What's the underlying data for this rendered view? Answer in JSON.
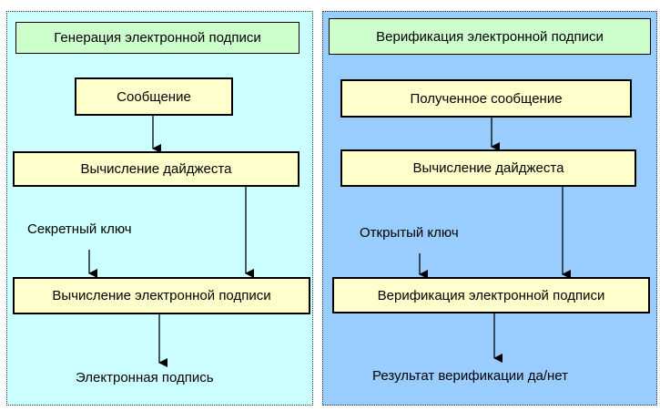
{
  "generation": {
    "title": "Генерация электронной подписи",
    "message": "Сообщение",
    "digest": "Вычисление дайджеста",
    "key": "Секретный ключ",
    "compute_signature": "Вычисление электронной подписи",
    "output": "Электронная подпись"
  },
  "verification": {
    "title": "Верификация электронной подписи",
    "message": "Полученное сообщение",
    "digest": "Вычисление дайджеста",
    "key": "Открытый ключ",
    "verify_signature": "Верификация электронной подписи",
    "output": "Результат верификации да/нет"
  },
  "colors": {
    "generation_bg": "#ccffff",
    "verification_bg": "#99ccff",
    "title_bg": "#ccffcc",
    "step_bg": "#ffffcc"
  }
}
